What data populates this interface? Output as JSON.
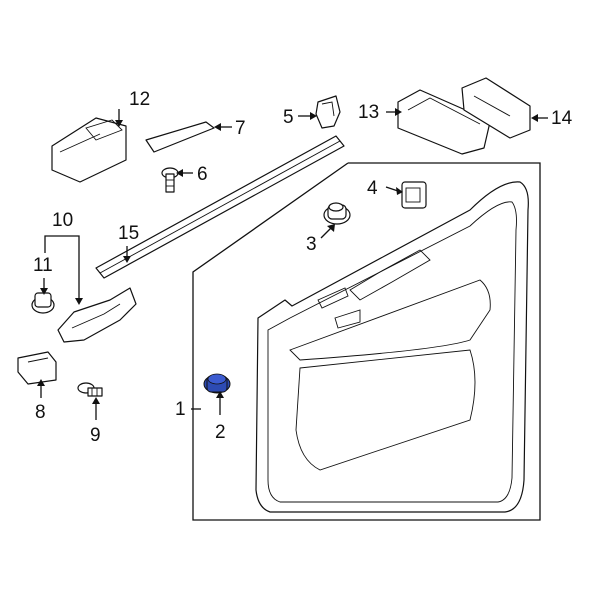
{
  "callouts": [
    "1",
    "2",
    "3",
    "4",
    "5",
    "6",
    "7",
    "8",
    "9",
    "10",
    "11",
    "12",
    "13",
    "14",
    "15"
  ],
  "colors": {
    "highlight": "#2d4bb3",
    "line": "#111111",
    "background": "#ffffff"
  }
}
